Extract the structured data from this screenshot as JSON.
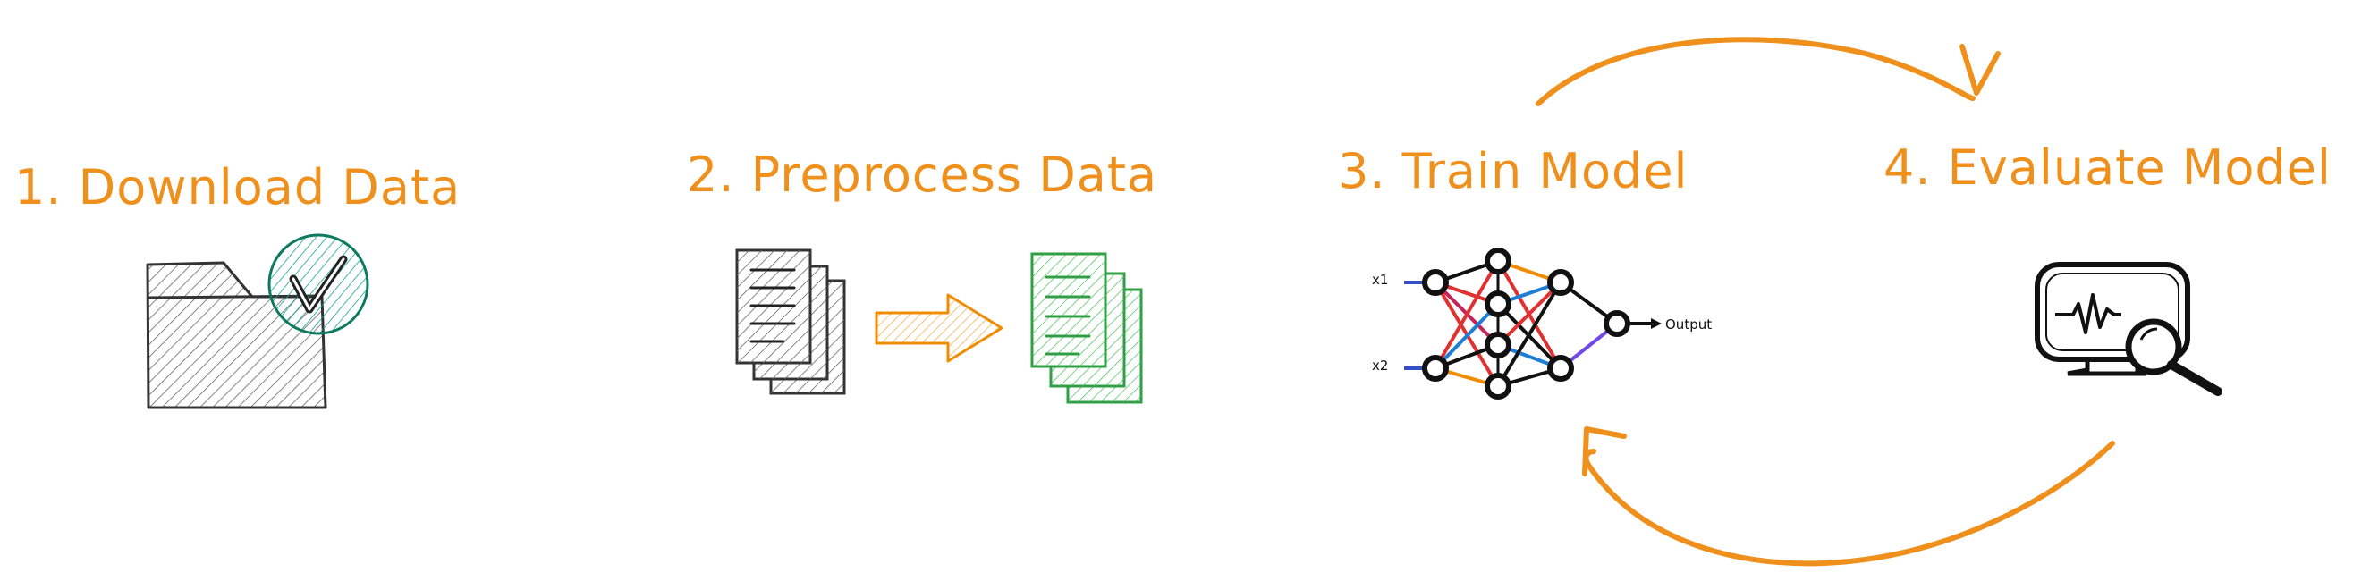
{
  "accent_color": "#ef8f1c",
  "steps": [
    {
      "number": "1.",
      "label": "Download Data",
      "title": "1. Download Data",
      "icon": "folder-check-icon"
    },
    {
      "number": "2.",
      "label": "Preprocess Data",
      "title": "2. Preprocess Data",
      "icon": "documents-transform-icon"
    },
    {
      "number": "3.",
      "label": "Train Model",
      "title": "3. Train Model",
      "icon": "neural-network-icon"
    },
    {
      "number": "4.",
      "label": "Evaluate Model",
      "title": "4. Evaluate Model",
      "icon": "monitor-magnifier-icon"
    }
  ],
  "neural_network": {
    "inputs": [
      "x1",
      "x2"
    ],
    "output_label": "Output"
  },
  "colors": {
    "orange": "#ef8f1c",
    "green_doc": "#2f9e44",
    "teal_check": "#0c8a6b",
    "gray_folder": "#555555"
  }
}
